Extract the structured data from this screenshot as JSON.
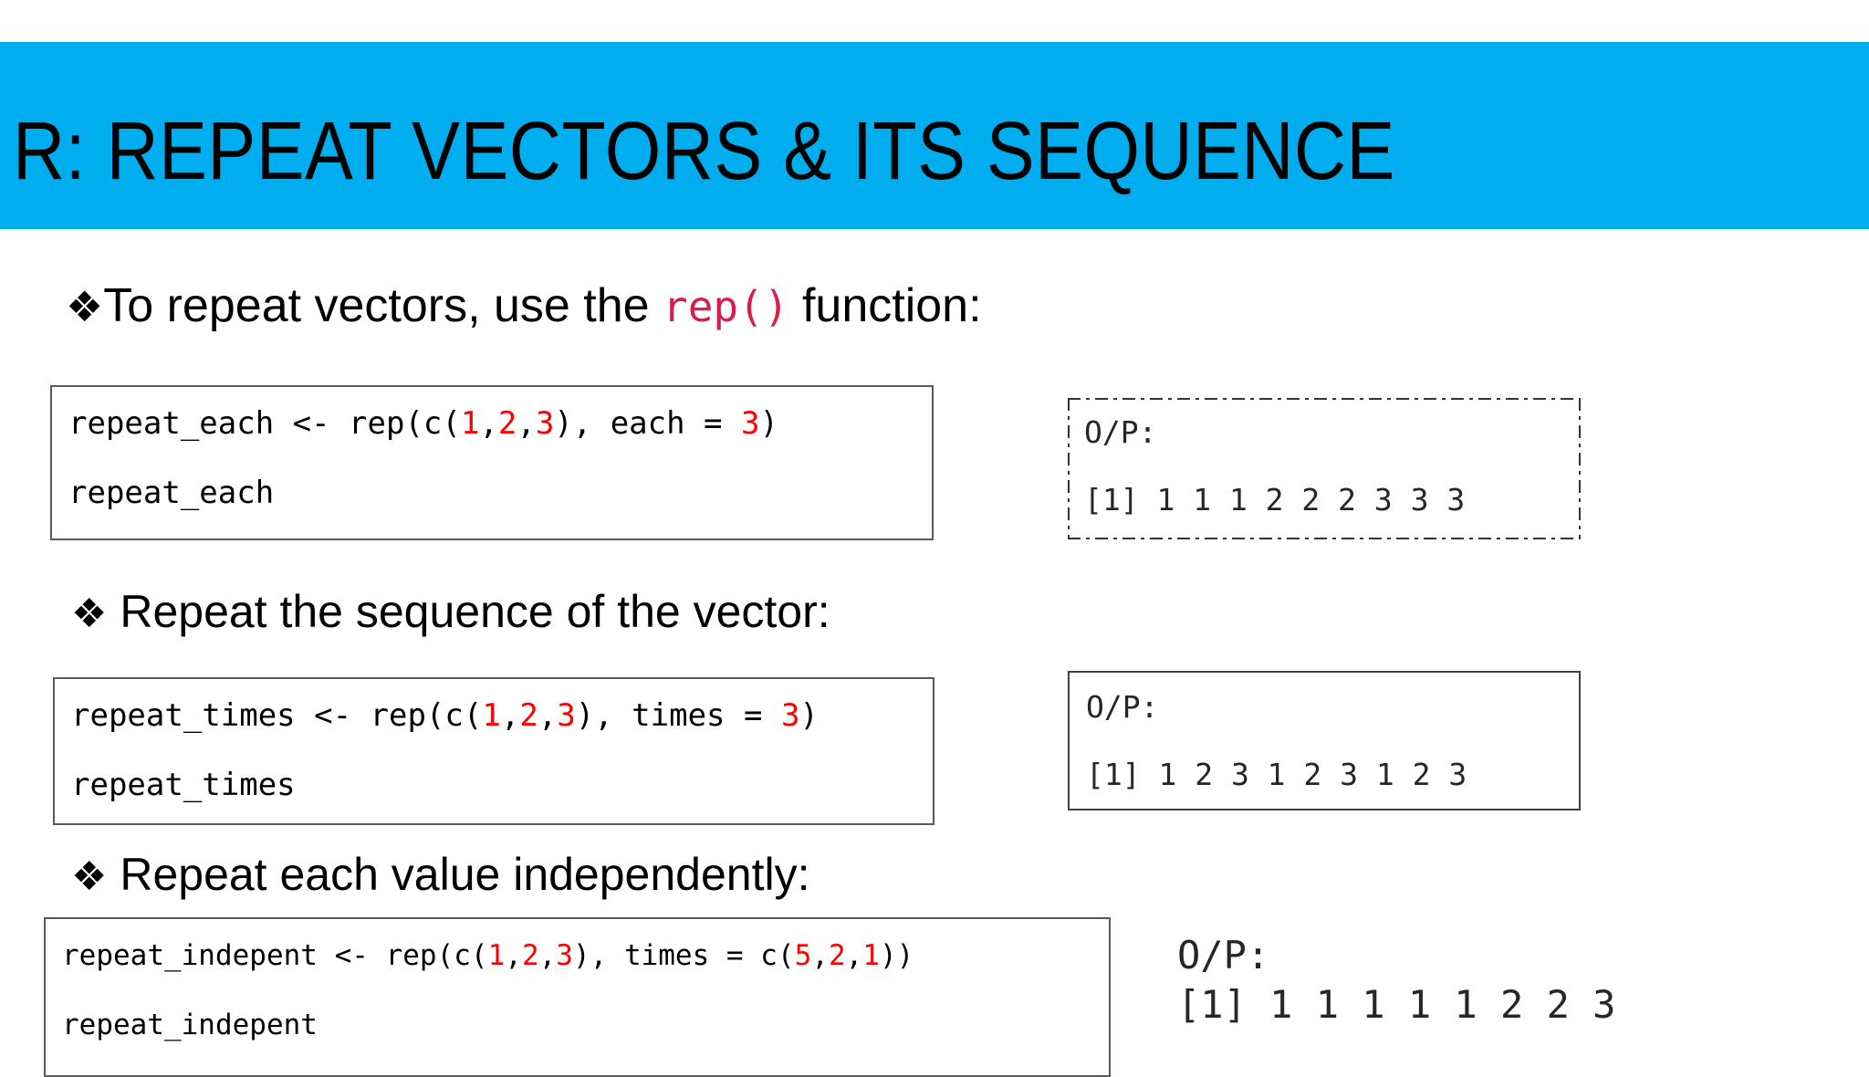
{
  "slide": {
    "title": "R: REPEAT VECTORS & ITS SEQUENCE",
    "banner_color": "#00AEEF",
    "background_color": "#FFFFFF",
    "accent_code_color": "#D81E4A",
    "number_literal_color": "#FF0000"
  },
  "bullets": [
    {
      "marker": "❖",
      "text_before": "To repeat vectors, use the ",
      "code": "rep()",
      "text_after": " function:"
    },
    {
      "marker": "❖",
      "text": " Repeat the sequence of the vector:"
    },
    {
      "marker": "❖",
      "text": " Repeat each value independently:"
    }
  ],
  "code_blocks": [
    {
      "id": "repeat-each",
      "line1_prefix": "repeat_each <- rep(c(",
      "line1_args": [
        "1",
        "2",
        "3"
      ],
      "line1_middle": "), each = ",
      "line1_value": "3",
      "line1_suffix": ")",
      "line2": "repeat_each",
      "full_text": "repeat_each <- rep(c(1,2,3), each = 3)"
    },
    {
      "id": "repeat-times",
      "line1_prefix": "repeat_times <- rep(c(",
      "line1_args": [
        "1",
        "2",
        "3"
      ],
      "line1_middle": "), times = ",
      "line1_value": "3",
      "line1_suffix": ")",
      "line2": "repeat_times",
      "full_text": "repeat_times <- rep(c(1,2,3), times = 3)"
    },
    {
      "id": "repeat-indepent",
      "line1_prefix": "repeat_indepent <- rep(c(",
      "line1_args": [
        "1",
        "2",
        "3"
      ],
      "line1_middle": "), times = c(",
      "line1_args2": [
        "5",
        "2",
        "1"
      ],
      "line1_suffix": "))",
      "line2": "repeat_indepent",
      "full_text": "repeat_indepent <- rep(c(1,2,3), times = c(5,2,1))"
    }
  ],
  "outputs": [
    {
      "id": "output-repeat-each",
      "label": "O/P:",
      "result": "[1] 1 1 1 2 2 2 3 3 3",
      "border_style": "dash-dot"
    },
    {
      "id": "output-repeat-times",
      "label": "O/P:",
      "result": "[1] 1 2 3 1 2 3 1 2 3",
      "border_style": "solid"
    },
    {
      "id": "output-repeat-indepent",
      "label": "O/P:",
      "result": "[1] 1 1 1 1 1 2 2 3",
      "border_style": "none"
    }
  ]
}
